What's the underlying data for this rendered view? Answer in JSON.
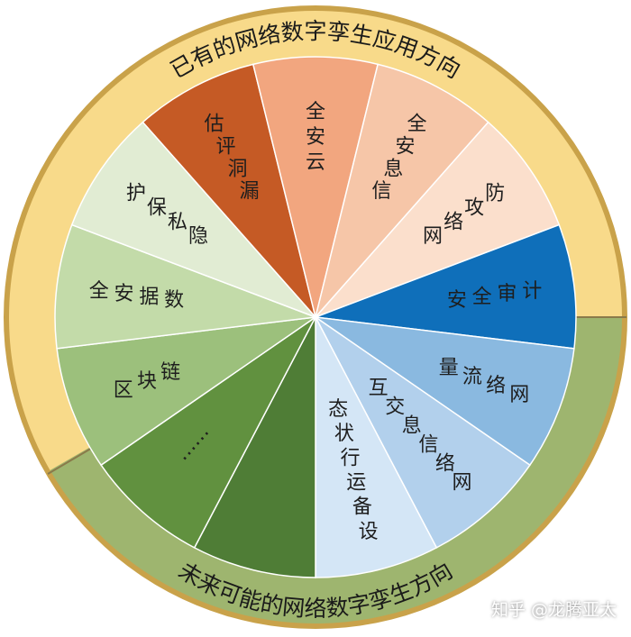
{
  "diagram": {
    "top_ring_label": "已有的网络数字孪生应用方向",
    "bottom_ring_label": "未来可能的网络数字孪生方向",
    "segments": [
      {
        "label": "漏洞评估",
        "color": "#c55a25",
        "text_color": "#1e1e1e"
      },
      {
        "label": "云安全",
        "color": "#f2a67f",
        "text_color": "#1e1e1e"
      },
      {
        "label": "信息安全",
        "color": "#f6c6a8",
        "text_color": "#1e1e1e"
      },
      {
        "label": "网络攻防",
        "color": "#fbdfcc",
        "text_color": "#1e1e1e"
      },
      {
        "label": "安全审计",
        "color": "#0f6fba",
        "text_color": "#ffffff"
      },
      {
        "label": "网络流量",
        "color": "#8ab9e0",
        "text_color": "#1e1e1e"
      },
      {
        "label": "网络信息交互",
        "color": "#b2d0ec",
        "text_color": "#1e1e1e"
      },
      {
        "label": "设备运行状态",
        "color": "#d4e6f6",
        "text_color": "#1e1e1e"
      },
      {
        "label": "",
        "color": "#4f7d36",
        "text_color": "#1e1e1e"
      },
      {
        "label": "……",
        "color": "#61913f",
        "text_color": "#1e1e1e"
      },
      {
        "label": "区块链",
        "color": "#9cc07c",
        "text_color": "#1e1e1e"
      },
      {
        "label": "数据安全",
        "color": "#c3dba9",
        "text_color": "#1e1e1e"
      },
      {
        "label": "隐私保护",
        "color": "#e1ecd3",
        "text_color": "#1e1e1e"
      }
    ],
    "ring_colors": {
      "top": "#f8da8a",
      "bottom": "#9eb56f",
      "rim": "#c9a24a"
    }
  },
  "watermark": "知乎 @龙腾亚太"
}
